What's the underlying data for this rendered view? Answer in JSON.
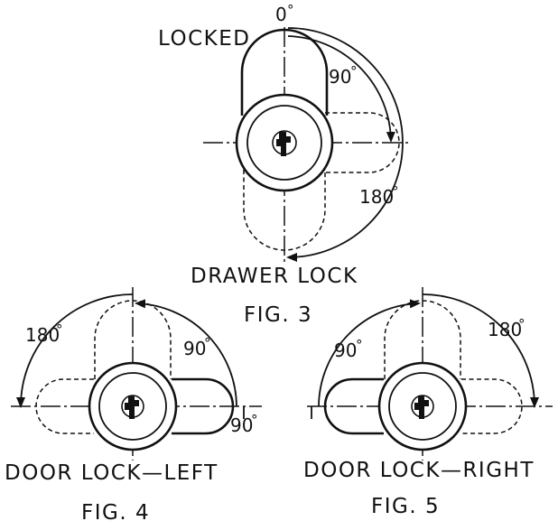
{
  "fig3": {
    "title": "FIG. 3",
    "caption": "DRAWER LOCK",
    "locked_label": "LOCKED",
    "deg_0": "0",
    "deg_90": "90",
    "deg_180": "180"
  },
  "fig4": {
    "title": "FIG. 4",
    "caption": "DOOR LOCK—LEFT",
    "deg_180": "180",
    "deg_90_top": "90",
    "deg_90_right": "90"
  },
  "fig5": {
    "title": "FIG. 5",
    "caption": "DOOR LOCK—RIGHT",
    "deg_90": "90",
    "deg_180": "180"
  },
  "degree_symbol": "°"
}
